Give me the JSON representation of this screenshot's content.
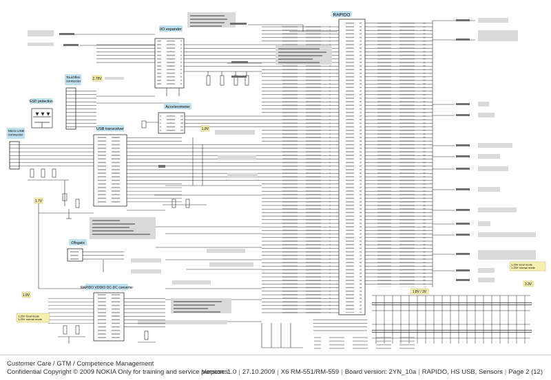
{
  "blocks": {
    "io_expander": "I/O expander",
    "touchflex": "Touchflex\nconnector",
    "esd": "ESD protection",
    "micro_usb": "Micro USB\nconnector",
    "usb_transceiver": "USB transceiver",
    "accelerometer": "Accelerometer",
    "rapido": "RAPIDO",
    "ofogato": "Ofogato",
    "dcdc": "RAPIDO VDDIO DC-DC converter"
  },
  "voltages": {
    "v1": "2.78V",
    "v2": "1.8V",
    "v3": "1.7V",
    "v4": "1.8V",
    "v5": "1.8V / 3V",
    "v6": "3.3V"
  },
  "notes": {
    "vdd_1v25": "1.25V local mode\n1.25V normal mode",
    "vdd_1v25b": "1.25V local mode\n1.25V normal mode"
  },
  "footer": {
    "line1": "Customer Care / GTM / Competence Management",
    "line2": "Confidential Copyright © 2009 NOKIA Only for training and service purposes",
    "version": "Version: 1.0",
    "date": "27.10.2009",
    "model": "X6 RM-551/RM-559",
    "board": "Board version: 2YN_10a",
    "section": "RAPIDO, HS USB, Sensors",
    "page": "Page 2 (12)"
  },
  "colors": {
    "wire": "#2b2b2b",
    "block_label": "#bfe0ee",
    "note_box": "#d9d9d9",
    "voltage_flag": "#f7efb0"
  }
}
